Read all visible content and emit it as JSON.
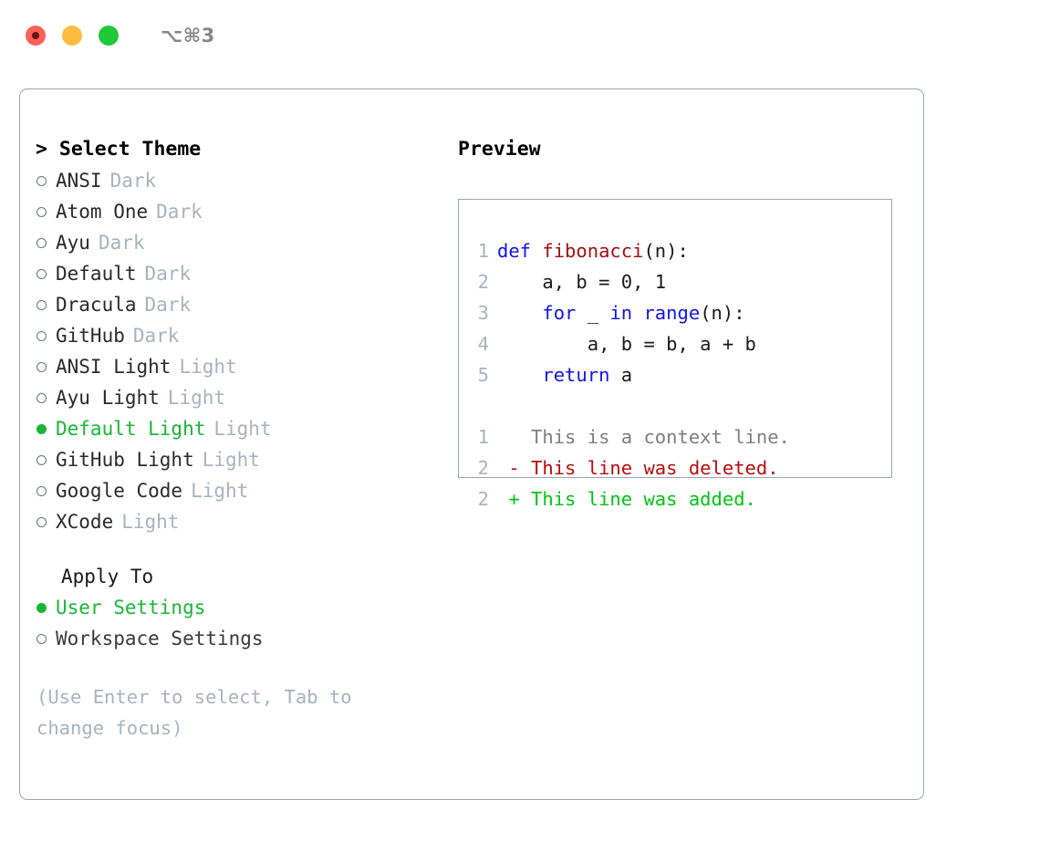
{
  "titlebar": {
    "shortcut": "⌥⌘3",
    "buttons": [
      "close",
      "minimize",
      "maximize"
    ]
  },
  "theme_selector": {
    "heading": "> Select Theme",
    "prompt_symbol": ">",
    "items": [
      {
        "name": "ANSI",
        "category": "Dark",
        "selected": false
      },
      {
        "name": "Atom One",
        "category": "Dark",
        "selected": false
      },
      {
        "name": "Ayu",
        "category": "Dark",
        "selected": false
      },
      {
        "name": "Default",
        "category": "Dark",
        "selected": false
      },
      {
        "name": "Dracula",
        "category": "Dark",
        "selected": false
      },
      {
        "name": "GitHub",
        "category": "Dark",
        "selected": false
      },
      {
        "name": "ANSI Light",
        "category": "Light",
        "selected": false
      },
      {
        "name": "Ayu Light",
        "category": "Light",
        "selected": false
      },
      {
        "name": "Default Light",
        "category": "Light",
        "selected": true
      },
      {
        "name": "GitHub Light",
        "category": "Light",
        "selected": false
      },
      {
        "name": "Google Code",
        "category": "Light",
        "selected": false
      },
      {
        "name": "XCode",
        "category": "Light",
        "selected": false
      }
    ]
  },
  "apply_to": {
    "heading": "Apply To",
    "options": [
      {
        "label": "User Settings",
        "selected": true
      },
      {
        "label": "Workspace Settings",
        "selected": false
      }
    ]
  },
  "hint": "(Use Enter to select, Tab to change focus)",
  "preview": {
    "title": "Preview",
    "code_lines": [
      {
        "number": "1",
        "segments": [
          {
            "t": "def ",
            "c": "kw"
          },
          {
            "t": "fibonacci",
            "c": "fn"
          },
          {
            "t": "(n):",
            "c": "code-text"
          }
        ]
      },
      {
        "number": "2",
        "segments": [
          {
            "t": "    a, b = 0, 1",
            "c": "code-text"
          }
        ]
      },
      {
        "number": "3",
        "segments": [
          {
            "t": "    ",
            "c": "code-text"
          },
          {
            "t": "for",
            "c": "kw"
          },
          {
            "t": " _ ",
            "c": "code-text"
          },
          {
            "t": "in",
            "c": "kw"
          },
          {
            "t": " ",
            "c": "code-text"
          },
          {
            "t": "range",
            "c": "bi"
          },
          {
            "t": "(n):",
            "c": "code-text"
          }
        ]
      },
      {
        "number": "4",
        "segments": [
          {
            "t": "        a, b = b, a + b",
            "c": "code-text"
          }
        ]
      },
      {
        "number": "5",
        "segments": [
          {
            "t": "    ",
            "c": "code-text"
          },
          {
            "t": "return",
            "c": "kw"
          },
          {
            "t": " a",
            "c": "code-text"
          }
        ]
      }
    ],
    "diff_lines": [
      {
        "number": "1",
        "marker": " ",
        "text": "This is a context line.",
        "kind": "diff-ctx"
      },
      {
        "number": "2",
        "marker": "-",
        "text": "This line was deleted.",
        "kind": "diff-del"
      },
      {
        "number": "2",
        "marker": "+",
        "text": "This line was added.",
        "kind": "diff-add"
      }
    ]
  },
  "colors": {
    "accent_green": "#17b734",
    "border": "#9aa5b6",
    "muted": "#a9b2c1",
    "keyword": "#1414e6",
    "function": "#a01010",
    "diff_added": "#00c414",
    "diff_deleted": "#bb0b0b",
    "traffic_red": "#fc6058",
    "traffic_yellow": "#fdbc40",
    "traffic_green": "#1fc93a"
  }
}
